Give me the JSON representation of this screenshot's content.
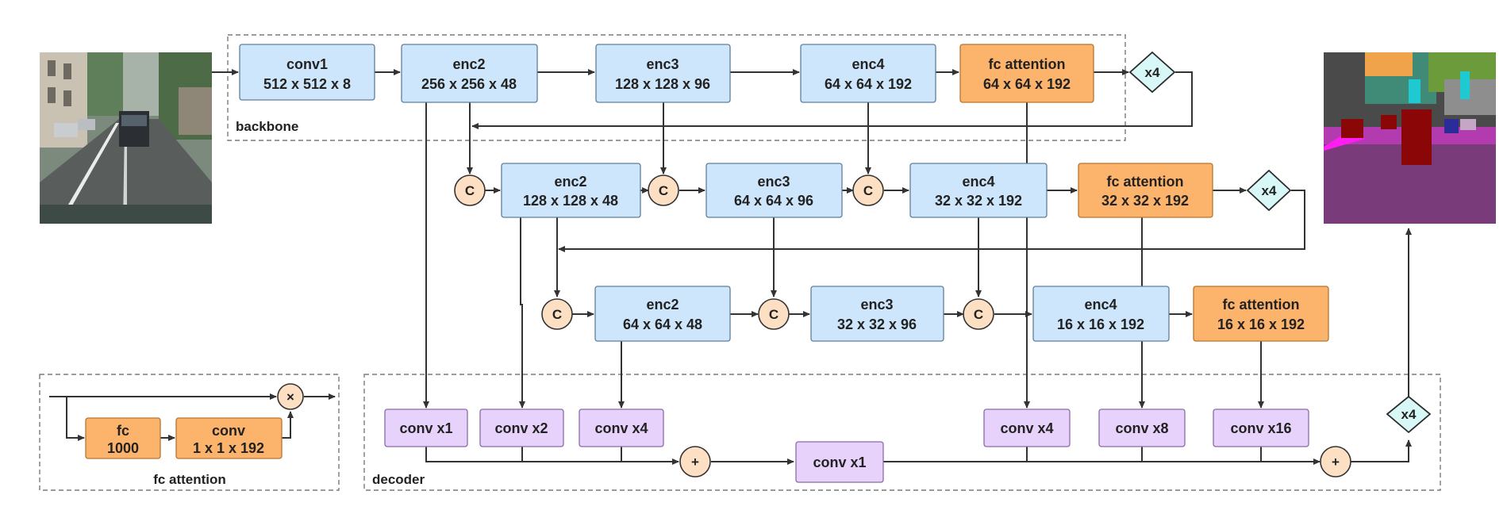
{
  "groups": {
    "backbone": "backbone",
    "decoder": "decoder",
    "fc_attention": "fc attention"
  },
  "row1": {
    "conv1": [
      "conv1",
      "512 x 512 x 8"
    ],
    "enc2": [
      "enc2",
      "256 x 256 x 48"
    ],
    "enc3": [
      "enc3",
      "128 x 128 x 96"
    ],
    "enc4": [
      "enc4",
      "64 x 64 x 192"
    ],
    "fca": [
      "fc attention",
      "64 x 64 x 192"
    ],
    "up": "x4"
  },
  "row2": {
    "enc2": [
      "enc2",
      "128 x 128 x 48"
    ],
    "enc3": [
      "enc3",
      "64 x 64 x 96"
    ],
    "enc4": [
      "enc4",
      "32 x 32 x 192"
    ],
    "fca": [
      "fc attention",
      "32 x 32 x 192"
    ],
    "up": "x4"
  },
  "row3": {
    "enc2": [
      "enc2",
      "64 x 64 x 48"
    ],
    "enc3": [
      "enc3",
      "32 x 32 x 96"
    ],
    "enc4": [
      "enc4",
      "16 x 16 x 192"
    ],
    "fca": [
      "fc attention",
      "16 x 16 x 192"
    ]
  },
  "concat_symbol": "C",
  "add_symbol": "+",
  "mul_symbol": "×",
  "decoder": {
    "c1": "conv x1",
    "c2": "conv x2",
    "c4a": "conv x4",
    "mid": "conv x1",
    "c4b": "conv x4",
    "c8": "conv x8",
    "c16": "conv x16",
    "up": "x4"
  },
  "legend": {
    "fc": [
      "fc",
      "1000"
    ],
    "conv": [
      "conv",
      "1 x 1 x 192"
    ]
  },
  "colors": {
    "encoder": "#cde6fb",
    "attention": "#fcb36b",
    "decoder": "#e6d2fa",
    "node": "#fde0c3",
    "upsample": "#d7f8f6"
  }
}
